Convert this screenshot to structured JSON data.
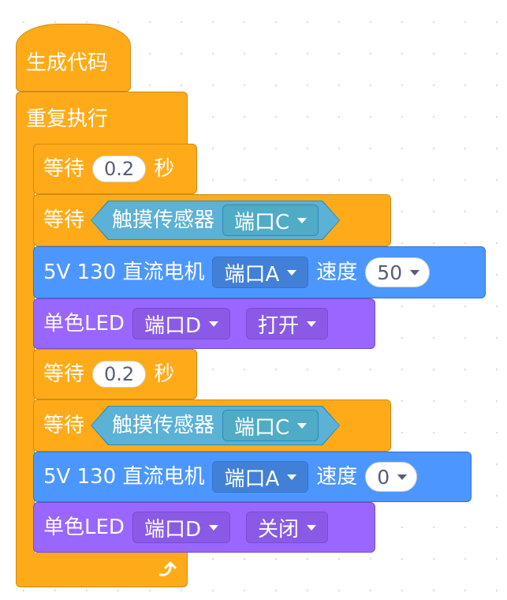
{
  "hat": {
    "label": "生成代码"
  },
  "forever": {
    "label": "重复执行"
  },
  "wait1": {
    "label": "等待",
    "value": "0.2",
    "unit": "秒"
  },
  "waituntil1": {
    "label": "等待",
    "sensor_label": "触摸传感器",
    "port": "端口C"
  },
  "motor1": {
    "label": "5V 130 直流电机",
    "port": "端口A",
    "speed_label": "速度",
    "speed": "50"
  },
  "led1": {
    "label": "单色LED",
    "port": "端口D",
    "state": "打开"
  },
  "wait2": {
    "label": "等待",
    "value": "0.2",
    "unit": "秒"
  },
  "waituntil2": {
    "label": "等待",
    "sensor_label": "触摸传感器",
    "port": "端口C"
  },
  "motor2": {
    "label": "5V 130 直流电机",
    "port": "端口A",
    "speed_label": "速度",
    "speed": "0"
  },
  "led2": {
    "label": "单色LED",
    "port": "端口D",
    "state": "关闭"
  },
  "loop_icon": "loop-arrow-icon",
  "colors": {
    "control": "#ffab19",
    "motor": "#4c97ff",
    "led": "#9966ff",
    "sensor": "#5cb1d6"
  }
}
